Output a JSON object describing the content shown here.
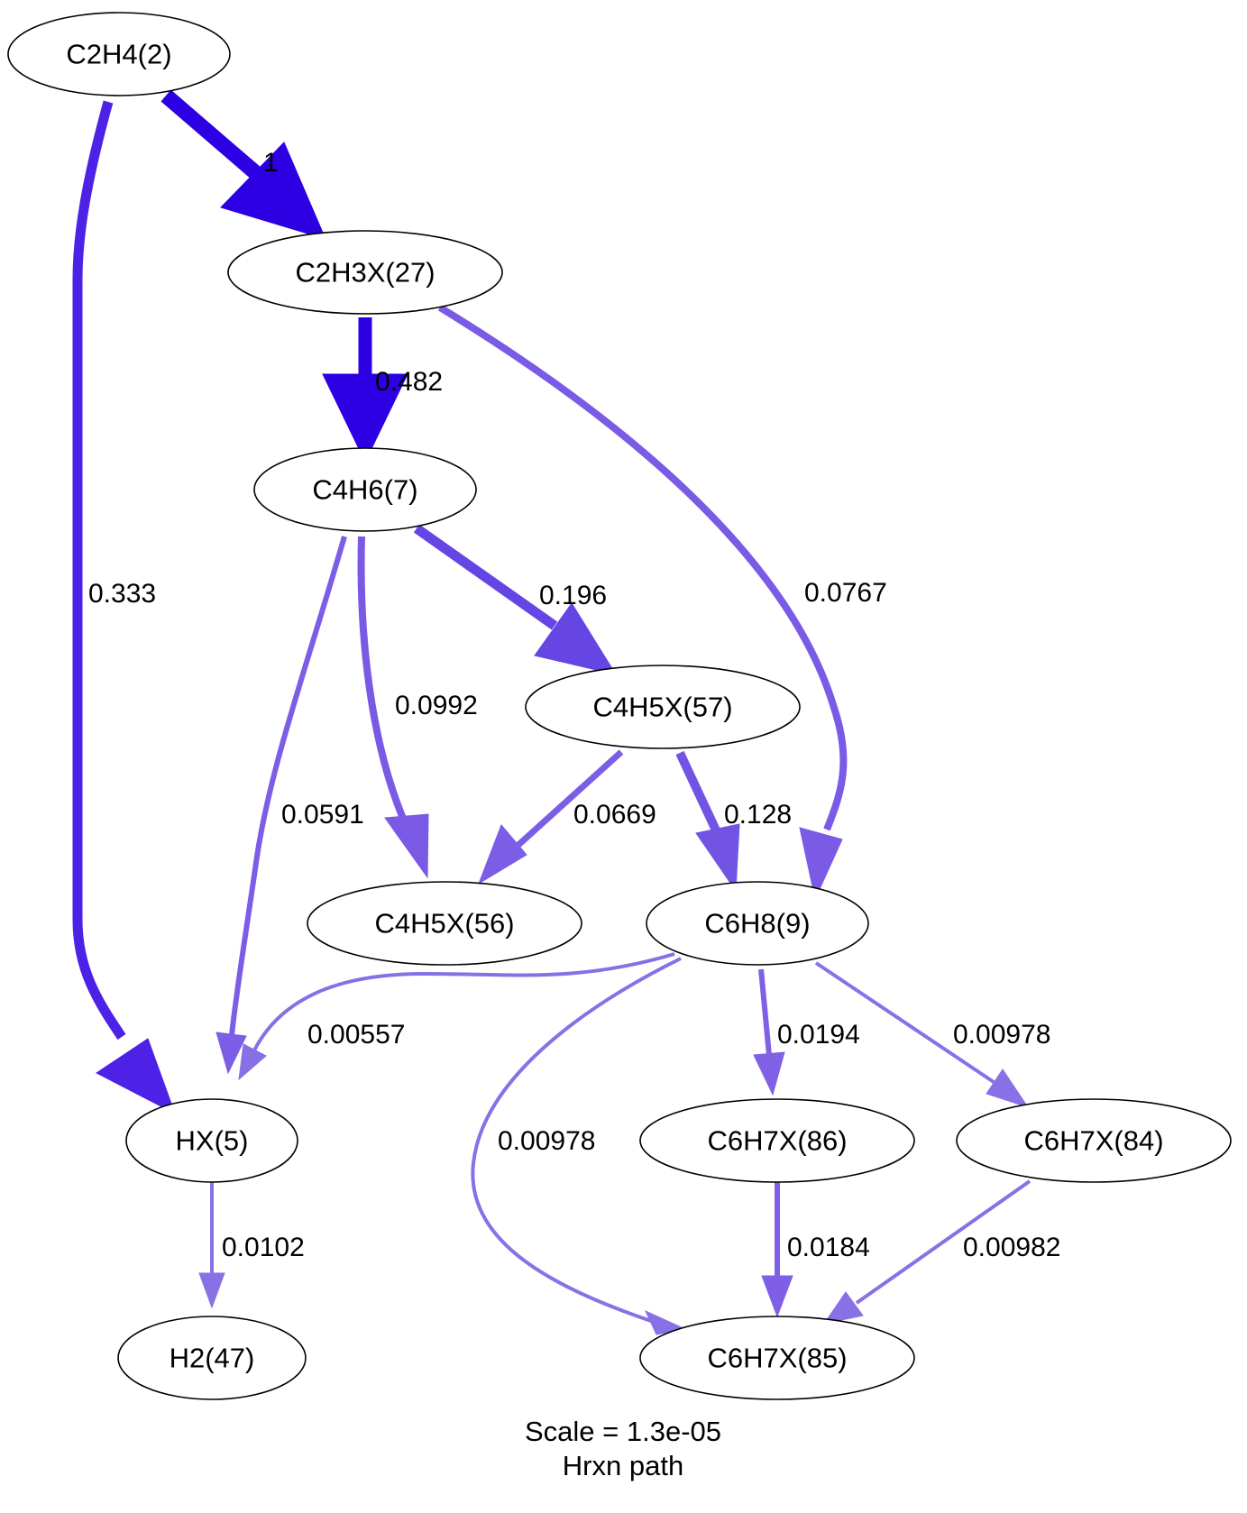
{
  "nodes": {
    "c2h4": "C2H4(2)",
    "c2h3x": "C2H3X(27)",
    "c4h6": "C4H6(7)",
    "c4h5x57": "C4H5X(57)",
    "c4h5x56": "C4H5X(56)",
    "c6h8": "C6H8(9)",
    "hx": "HX(5)",
    "c6h7x86": "C6H7X(86)",
    "c6h7x84": "C6H7X(84)",
    "h2": "H2(47)",
    "c6h7x85": "C6H7X(85)"
  },
  "edges": [
    {
      "id": "c2h4-c2h3x",
      "label": "1",
      "color": "#2d00e4"
    },
    {
      "id": "c2h4-hx",
      "label": "0.333",
      "color": "#4d22e6"
    },
    {
      "id": "c2h3x-c4h6",
      "label": "0.482",
      "color": "#2d00e4"
    },
    {
      "id": "c2h3x-c6h8",
      "label": "0.0767",
      "color": "#7b5ae5"
    },
    {
      "id": "c4h6-c4h5x57",
      "label": "0.196",
      "color": "#6645e5"
    },
    {
      "id": "c4h6-c4h5x56",
      "label": "0.0992",
      "color": "#7a59e5"
    },
    {
      "id": "c4h6-hx",
      "label": "0.0591",
      "color": "#7c5de5"
    },
    {
      "id": "c4h5x57-c6h8",
      "label": "0.128",
      "color": "#7254e5"
    },
    {
      "id": "c4h5x57-c4h5x56",
      "label": "0.0669",
      "color": "#7c5de5"
    },
    {
      "id": "c6h8-hx",
      "label": "0.00557",
      "color": "#8770e6"
    },
    {
      "id": "c6h8-c6h7x86",
      "label": "0.0194",
      "color": "#8060e5"
    },
    {
      "id": "c6h8-c6h7x84",
      "label": "0.00978",
      "color": "#8870e6"
    },
    {
      "id": "c6h8-c6h7x85",
      "label": "0.00978",
      "color": "#8870e6"
    },
    {
      "id": "hx-h2",
      "label": "0.0102",
      "color": "#8870e6"
    },
    {
      "id": "c6h7x86-c6h7x85",
      "label": "0.0184",
      "color": "#7f5fe5"
    },
    {
      "id": "c6h7x84-c6h7x85",
      "label": "0.00982",
      "color": "#8870e6"
    }
  ],
  "caption": {
    "scale": "Scale = 1.3e-05",
    "title": "Hrxn path"
  }
}
